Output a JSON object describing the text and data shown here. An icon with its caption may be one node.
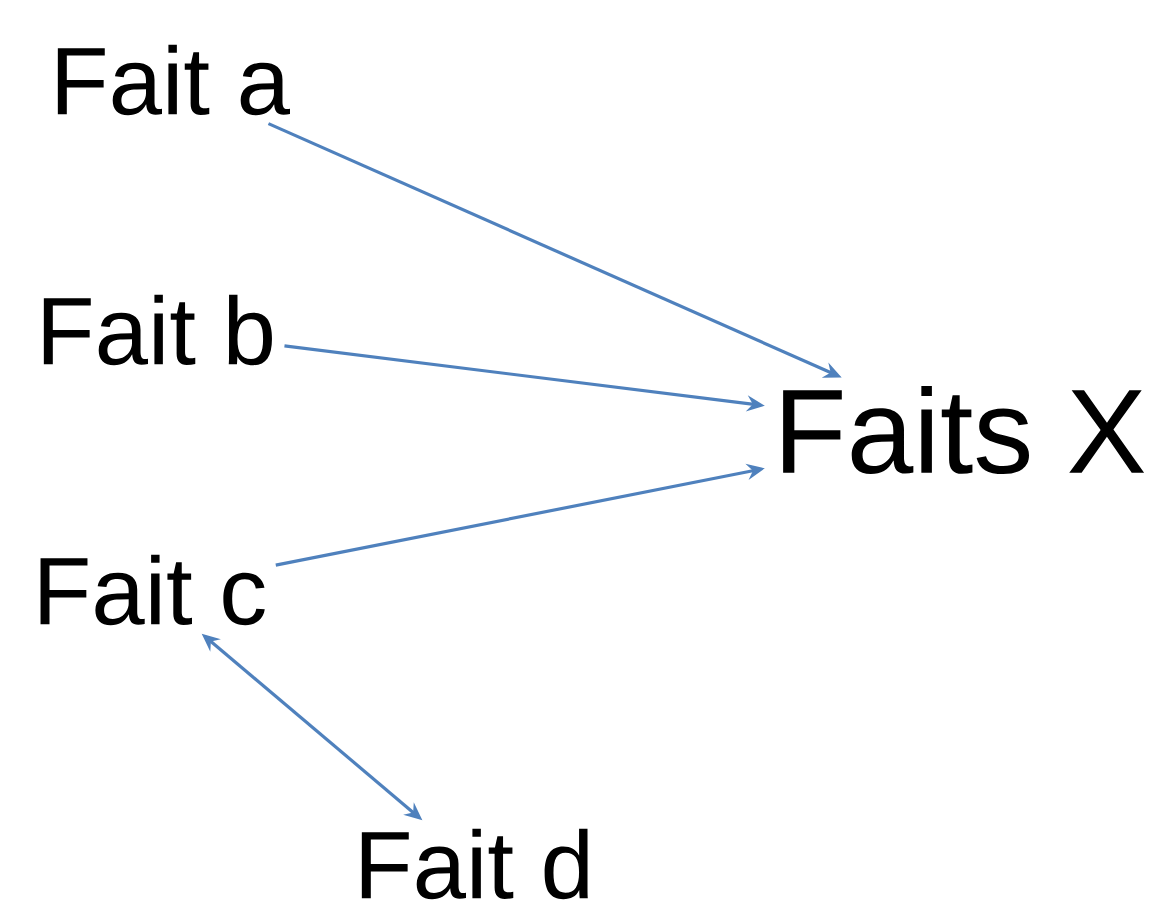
{
  "diagram": {
    "nodes": [
      {
        "text": [
          "Fait a"
        ]
      },
      {
        "text": [
          "Fait b"
        ]
      },
      {
        "text": [
          "Faits X"
        ]
      },
      {
        "text": [
          "Fait c"
        ]
      },
      {
        "text": [
          "Fait d"
        ]
      }
    ],
    "edges": [
      {
        "from": 0,
        "to": 2,
        "arrow": "to"
      },
      {
        "from": 1,
        "to": 2,
        "arrow": "to"
      },
      {
        "from": 3,
        "to": 2,
        "arrow": "to"
      },
      {
        "from": 3,
        "to": 4,
        "arrow": "both"
      }
    ]
  }
}
